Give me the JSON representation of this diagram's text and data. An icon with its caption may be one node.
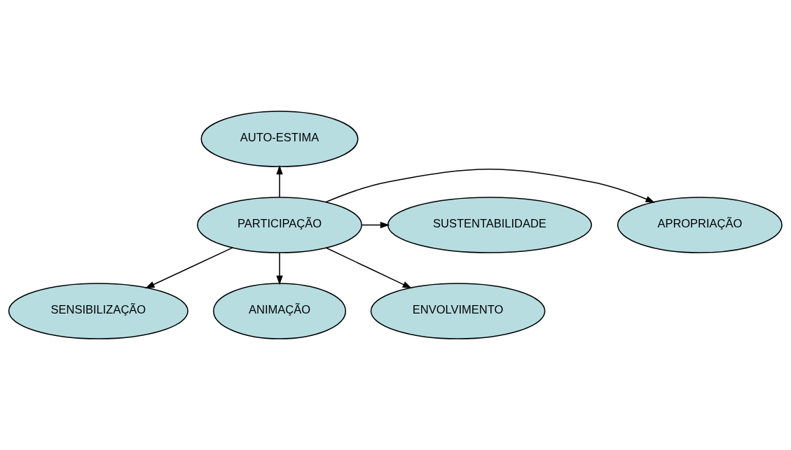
{
  "diagram": {
    "nodes": [
      {
        "text": [
          "AUTO-ESTIMA"
        ]
      },
      {
        "text": [
          "APROPRIAÇÃO"
        ]
      },
      {
        "text": [
          "PARTICIPAÇÃO"
        ]
      },
      {
        "text": [
          "SUSTENTABILIDADE"
        ]
      },
      {
        "text": [
          "SENSIBILIZAÇÃO"
        ]
      },
      {
        "text": [
          "ANIMAÇÃO"
        ]
      },
      {
        "text": [
          "ENVOLVIMENTO"
        ]
      }
    ],
    "edges": [
      {
        "from": 2,
        "to": 0,
        "arrow": "to"
      },
      {
        "from": 2,
        "to": 1,
        "arrow": "to"
      },
      {
        "from": 2,
        "to": 3,
        "arrow": "to"
      },
      {
        "from": 2,
        "to": 4,
        "arrow": "to"
      },
      {
        "from": 2,
        "to": 5,
        "arrow": "to"
      },
      {
        "from": 2,
        "to": 6,
        "arrow": "to"
      }
    ]
  }
}
